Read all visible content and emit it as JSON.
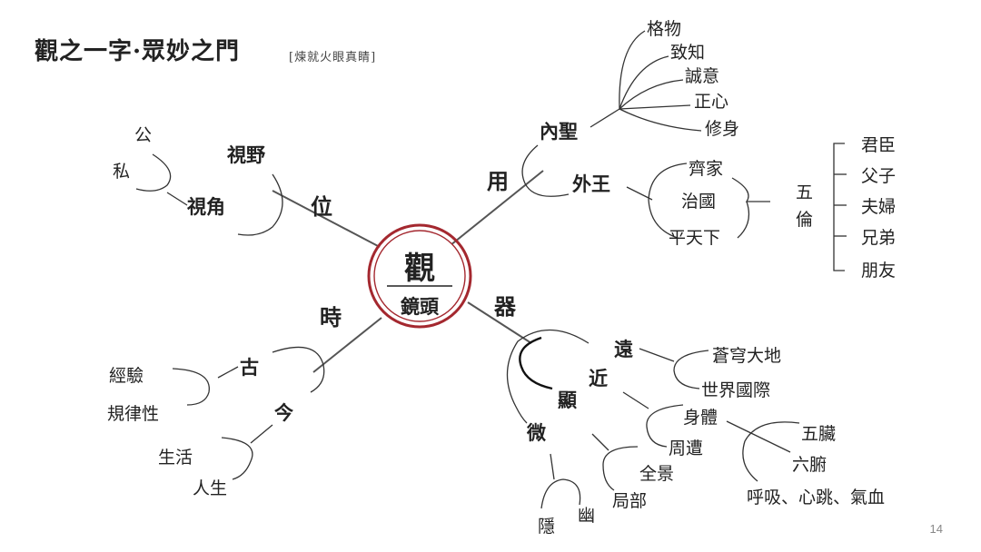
{
  "header": {
    "title": "觀之一字·眾妙之門",
    "subtitle": "[煉就火眼真睛]"
  },
  "page_number": "14",
  "center": {
    "top": "觀",
    "bottom": "鏡頭"
  },
  "colors": {
    "ring": "#a4282f",
    "line": "#333333"
  },
  "branches": {
    "wei": {
      "label": "位",
      "shiye": "視野",
      "shijiao": "視角",
      "gong": "公",
      "si": "私"
    },
    "yong": {
      "label": "用",
      "neisheng": "內聖",
      "waiwang": "外王",
      "neisheng_items": [
        "格物",
        "致知",
        "誠意",
        "正心",
        "修身"
      ],
      "waiwang_items": [
        "齊家",
        "治國",
        "平天下"
      ],
      "wulun_label": [
        "五",
        "倫"
      ],
      "wulun_items": [
        "君臣",
        "父子",
        "夫婦",
        "兄弟",
        "朋友"
      ]
    },
    "shi": {
      "label": "時",
      "gu": "古",
      "jin": "今",
      "gu_items": [
        "經驗",
        "規律性"
      ],
      "jin_items": [
        "生活",
        "人生"
      ]
    },
    "qi": {
      "label": "器",
      "yuan": "遠",
      "jin": "近",
      "xian": "顯",
      "wei": "微",
      "yuan_items": [
        "蒼穹大地",
        "世界國際"
      ],
      "jin_items": [
        "身體",
        "周遭"
      ],
      "body_items": [
        "五臟",
        "六腑",
        "呼吸、心跳、氣血"
      ],
      "xian_items": [
        "全景",
        "局部"
      ],
      "wei_items": [
        "隱",
        "幽"
      ]
    }
  }
}
